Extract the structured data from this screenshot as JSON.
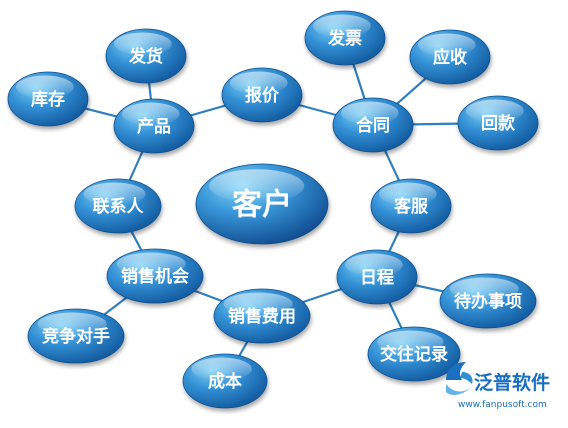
{
  "center": {
    "id": "customer",
    "label": "客户"
  },
  "nodes": [
    {
      "id": "fahuo",
      "label": "发货"
    },
    {
      "id": "kucun",
      "label": "库存"
    },
    {
      "id": "chanpin",
      "label": "产品"
    },
    {
      "id": "baojia",
      "label": "报价"
    },
    {
      "id": "fapiao",
      "label": "发票"
    },
    {
      "id": "yingshou",
      "label": "应收"
    },
    {
      "id": "hetong",
      "label": "合同"
    },
    {
      "id": "huikuan",
      "label": "回款"
    },
    {
      "id": "lianxiren",
      "label": "联系人"
    },
    {
      "id": "kefu",
      "label": "客服"
    },
    {
      "id": "xiaoshoujihui",
      "label": "销售机会"
    },
    {
      "id": "richeng",
      "label": "日程"
    },
    {
      "id": "daibanshixiang",
      "label": "待办事项"
    },
    {
      "id": "jingzhengduishou",
      "label": "竞争对手"
    },
    {
      "id": "xiaoshoufeiyong",
      "label": "销售费用"
    },
    {
      "id": "jiaowangjilu",
      "label": "交往记录"
    },
    {
      "id": "chengben",
      "label": "成本"
    }
  ],
  "edges": [
    [
      "chanpin",
      "fahuo"
    ],
    [
      "chanpin",
      "kucun"
    ],
    [
      "chanpin",
      "baojia"
    ],
    [
      "baojia",
      "hetong"
    ],
    [
      "hetong",
      "fapiao"
    ],
    [
      "hetong",
      "yingshou"
    ],
    [
      "hetong",
      "huikuan"
    ],
    [
      "chanpin",
      "lianxiren"
    ],
    [
      "hetong",
      "kefu"
    ],
    [
      "lianxiren",
      "xiaoshoujihui"
    ],
    [
      "kefu",
      "richeng"
    ],
    [
      "xiaoshoujihui",
      "jingzhengduishou"
    ],
    [
      "xiaoshoujihui",
      "xiaoshoufeiyong"
    ],
    [
      "xiaoshoufeiyong",
      "richeng"
    ],
    [
      "xiaoshoufeiyong",
      "chengben"
    ],
    [
      "richeng",
      "daibanshixiang"
    ],
    [
      "richeng",
      "jiaowangjilu"
    ]
  ],
  "colors": {
    "node_light": "#6cc4f0",
    "node_dark": "#1668b3",
    "edge": "#2f7fc0",
    "brand_blue": "#1a6fc0"
  },
  "brand": {
    "name": "泛普软件",
    "url": "www.fanpusoft.com"
  }
}
